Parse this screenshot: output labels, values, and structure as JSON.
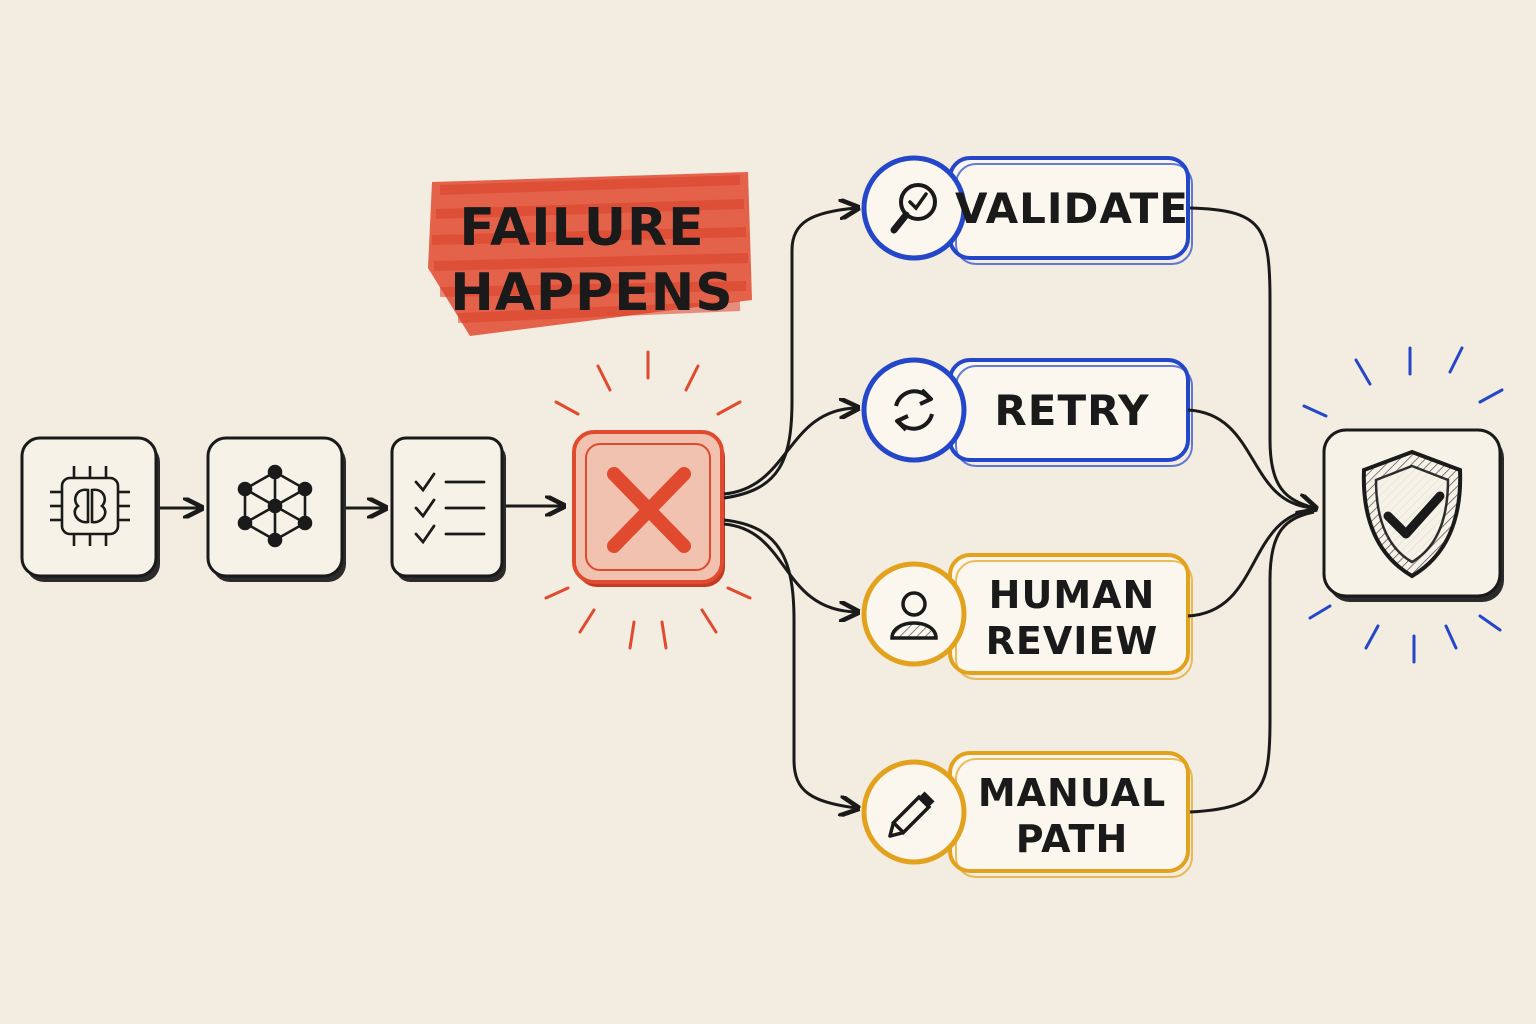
{
  "callout": {
    "line1": "FAILURE",
    "line2": "HAPPENS"
  },
  "pipeline": [
    {
      "icon": "ai-chip-icon"
    },
    {
      "icon": "network-nodes-icon"
    },
    {
      "icon": "checklist-icon"
    },
    {
      "icon": "failure-x-icon"
    }
  ],
  "recovery": [
    {
      "icon": "search-check-icon",
      "line1": "VALIDATE",
      "line2": "",
      "color": "#2447c9"
    },
    {
      "icon": "refresh-icon",
      "line1": "RETRY",
      "line2": "",
      "color": "#2447c9"
    },
    {
      "icon": "person-icon",
      "line1": "HUMAN",
      "line2": "REVIEW",
      "color": "#e3a21d"
    },
    {
      "icon": "pencil-icon",
      "line1": "MANUAL",
      "line2": "PATH",
      "color": "#e3a21d"
    }
  ],
  "outcome": {
    "icon": "shield-check-icon"
  },
  "colors": {
    "background": "#f3ece0",
    "ink": "#1a1a1a",
    "failure": "#e04a2f",
    "blue": "#2447c9",
    "amber": "#e3a21d"
  }
}
